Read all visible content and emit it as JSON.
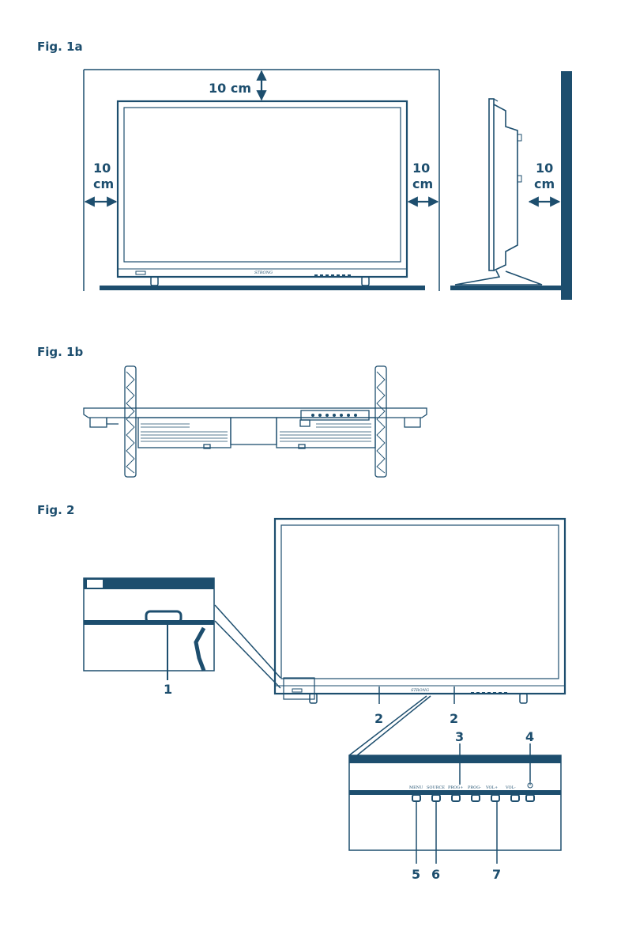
{
  "figures": {
    "fig1a": {
      "title": "Fig. 1a",
      "top": "10 cm",
      "side_num": "10",
      "side_unit": "cm"
    },
    "fig1b": {
      "title": "Fig. 1b"
    },
    "fig2": {
      "title": "Fig. 2",
      "callouts": [
        "1",
        "2",
        "2",
        "3",
        "4",
        "5",
        "6",
        "7"
      ],
      "buttons": [
        "MENU",
        "SOURCE",
        "PROG+",
        "PROG-",
        "VOL+",
        "VOL-"
      ]
    }
  },
  "brand": "STRONG",
  "colors": {
    "line": "#1d4e6e",
    "fill": "#ffffff"
  }
}
